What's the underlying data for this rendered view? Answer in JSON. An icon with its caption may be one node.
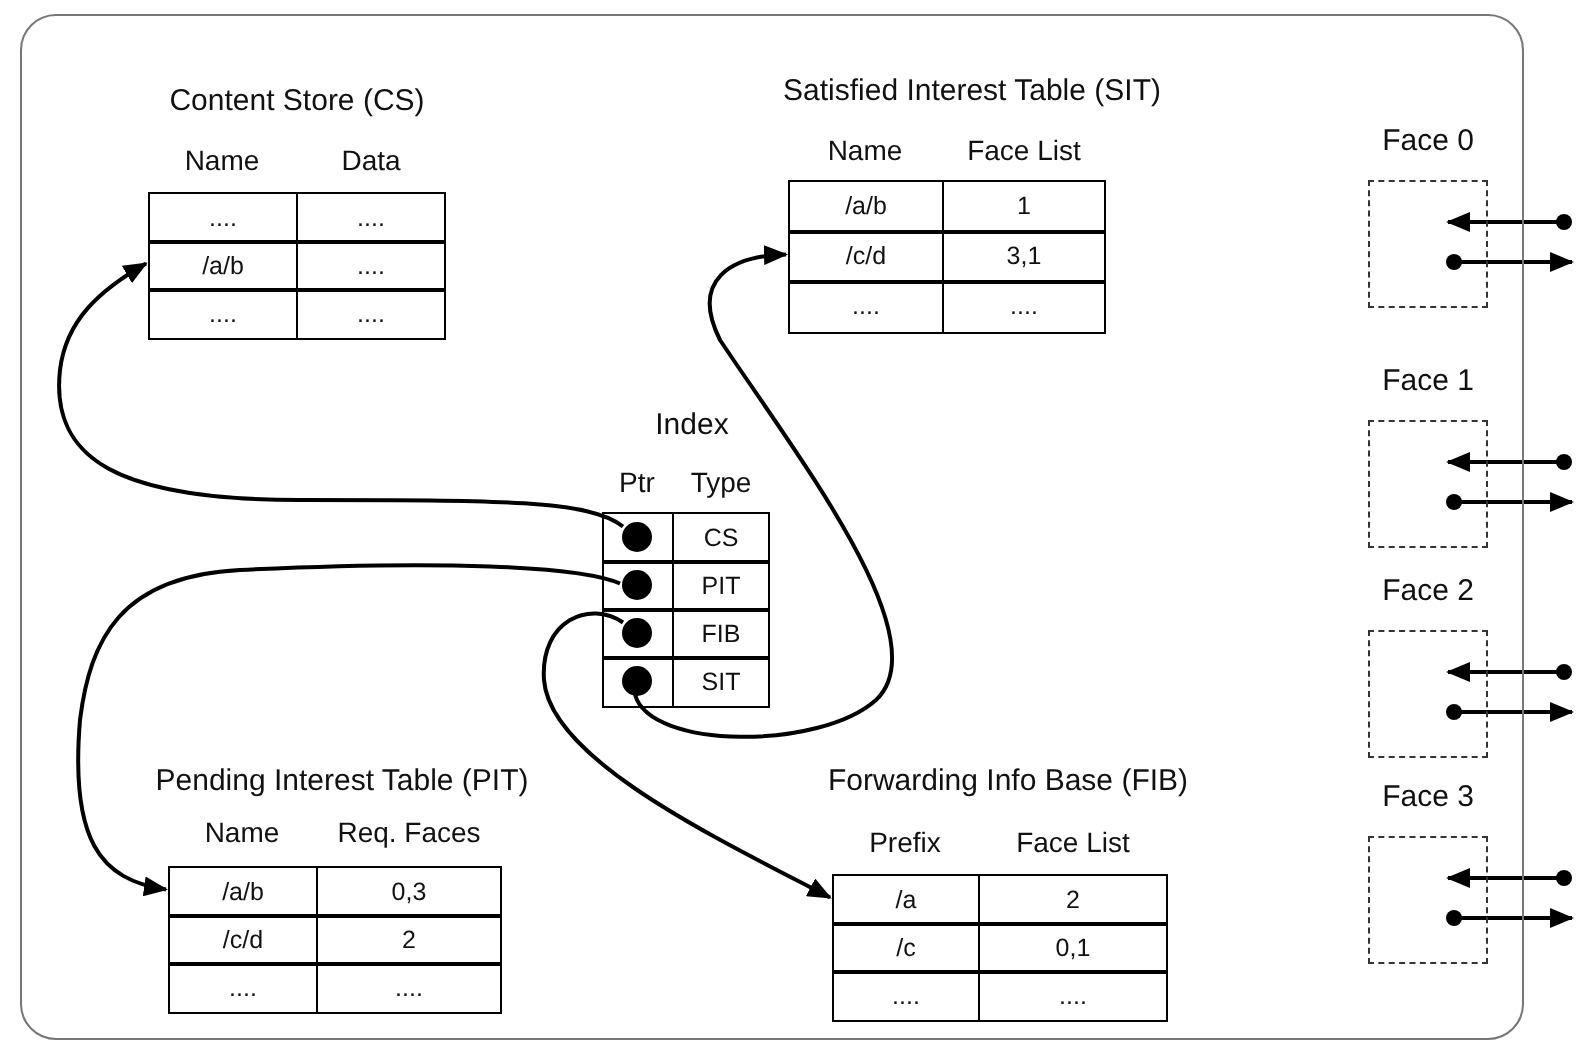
{
  "diagram": {
    "nodes": [
      {
        "text": [],
        "shape": "box"
      },
      {
        "text": [
          "Content Store (CS)",
          "Name",
          "Data"
        ],
        "in": 0
      },
      {
        "text": [
          "....",
          "...."
        ],
        "in": 1
      },
      {
        "text": [
          "/a/b",
          "...."
        ],
        "in": 1
      },
      {
        "text": [
          "....",
          "...."
        ],
        "in": 1
      },
      {
        "text": [
          "Satisfied Interest Table (SIT)",
          "Name",
          "Face List"
        ],
        "in": 0
      },
      {
        "text": [
          "/a/b",
          "1"
        ],
        "in": 5
      },
      {
        "text": [
          "/c/d",
          "3,1"
        ],
        "in": 5
      },
      {
        "text": [
          "....",
          "...."
        ],
        "in": 5
      },
      {
        "text": [
          "Index",
          "Ptr",
          "Type"
        ],
        "in": 0
      },
      {
        "text": [
          "CS"
        ],
        "in": 9
      },
      {
        "text": [],
        "shape": "circle",
        "in": 10
      },
      {
        "text": [
          "PIT"
        ],
        "in": 9
      },
      {
        "text": [],
        "shape": "circle",
        "in": 12
      },
      {
        "text": [
          "FIB"
        ],
        "in": 9
      },
      {
        "text": [],
        "shape": "circle",
        "in": 14
      },
      {
        "text": [
          "SIT"
        ],
        "in": 9
      },
      {
        "text": [],
        "shape": "circle",
        "in": 16
      },
      {
        "text": [
          "Pending Interest Table (PIT)",
          "Name",
          "Req. Faces"
        ],
        "in": 0
      },
      {
        "text": [
          "/a/b",
          "0,3"
        ],
        "in": 18
      },
      {
        "text": [
          "/c/d",
          "2"
        ],
        "in": 18
      },
      {
        "text": [
          "....",
          "...."
        ],
        "in": 18
      },
      {
        "text": [
          "Forwarding Info Base (FIB)",
          "Prefix",
          "Face List"
        ],
        "in": 0
      },
      {
        "text": [
          "/a",
          "2"
        ],
        "in": 22
      },
      {
        "text": [
          "/c",
          "0,1"
        ],
        "in": 22
      },
      {
        "text": [
          "....",
          "...."
        ],
        "in": 22
      },
      {
        "text": [
          "Face 0"
        ],
        "in": 0
      },
      {
        "text": [
          "Face 1"
        ],
        "in": 0
      },
      {
        "text": [
          "Face 2"
        ],
        "in": 0
      },
      {
        "text": [
          "Face 3"
        ],
        "in": 0
      }
    ],
    "edges": [
      {
        "from": 11,
        "to": 3,
        "arrow": "to"
      },
      {
        "from": 13,
        "to": 19,
        "arrow": "to"
      },
      {
        "from": 15,
        "to": 23,
        "arrow": "to"
      },
      {
        "from": 17,
        "to": 7,
        "arrow": "to"
      },
      {
        "from": null,
        "to": 26,
        "arrow": "to"
      },
      {
        "from": 26,
        "to": null,
        "arrow": "to"
      },
      {
        "from": null,
        "to": 27,
        "arrow": "to"
      },
      {
        "from": 27,
        "to": null,
        "arrow": "to"
      },
      {
        "from": null,
        "to": 28,
        "arrow": "to"
      },
      {
        "from": 28,
        "to": null,
        "arrow": "to"
      },
      {
        "from": null,
        "to": 29,
        "arrow": "to"
      },
      {
        "from": 29,
        "to": null,
        "arrow": "to"
      }
    ]
  }
}
